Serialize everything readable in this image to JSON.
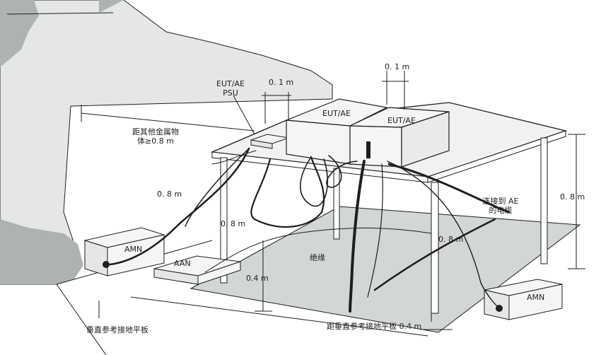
{
  "labels": {
    "eut_ae_psu_line1": "EUT/AE",
    "eut_ae_psu_line2": "PSU",
    "dim_01_left": "0. 1 m",
    "dim_01_right": "0. 1 m",
    "eut_ae_left": "EUT/AE",
    "eut_ae_right": "EUT/AE",
    "metal_dist_line1": "距其他金属物",
    "metal_dist_line2": "体≥0.8 m",
    "dim_08_left_cable": "0. 8 m",
    "dim_08_mid_cable": "0. 8 m",
    "dim_08_right_cable": "0. 8 m",
    "dim_08_height": "0. 8 m",
    "ae_cable_line1": "连接到 AE",
    "ae_cable_line2": "的电缆",
    "amn_left": "AMN",
    "amn_right": "AMN",
    "aan": "AAN",
    "insulation": "绝缘",
    "dim_04_height": "0.4 m",
    "vertical_ground_plane": "垂直参考接地平板",
    "vertical_plane_dist": "距垂直参考接地平板 0.4 m"
  },
  "colors": {
    "ink": "#1e1e1e",
    "wall_shadow": "#aeb3b2",
    "wall_light": "#e4e7e6",
    "floor": "#dfe2e1",
    "mat": "#d2d6d5",
    "box_face": "#f4f5f5"
  }
}
